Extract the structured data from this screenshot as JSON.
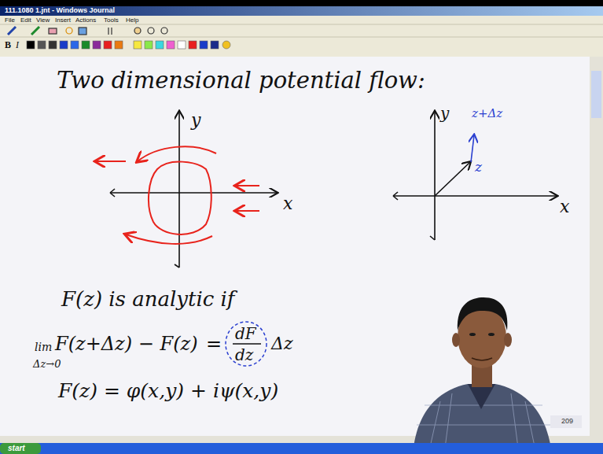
{
  "diagram": {
    "title": "Two dimensional potential flow:",
    "labels": [
      "111.1080 1.jnt - Windows Journal",
      "File",
      "Edit",
      "View",
      "Insert",
      "Actions",
      "Tools",
      "Help",
      "B",
      "I",
      "y",
      "x",
      "y",
      "z+Δz",
      "z",
      "x",
      "F(z) is analytic if",
      "lim",
      "F(z+Δz) − F(z)",
      "Δz→0",
      "=",
      "dF",
      "dz",
      "Δz",
      "F(z) = φ(x,y) + iψ(x,y)",
      "209",
      "start"
    ]
  }
}
